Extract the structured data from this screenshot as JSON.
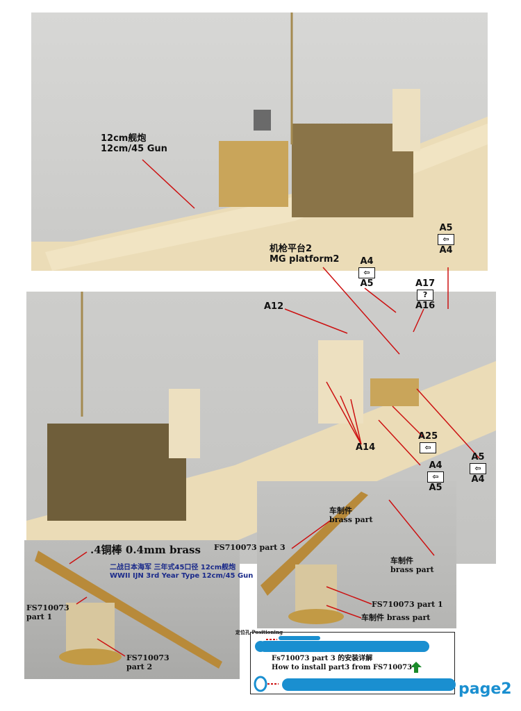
{
  "labels": {
    "gun_cn": "12cm舰炮",
    "gun_en": "12cm/45 Gun",
    "mg_cn": "机枪平台2",
    "mg_en": "MG platform2",
    "a12": "A12",
    "a14": "A14",
    "brass_rod": ".4铜棒 0.4mm brass",
    "title_cn": "二战日本海军 三年式45口径 12cm舰炮",
    "title_en": "WWII IJN 3rd Year Type 12cm/45 Gun",
    "fs_part1_left": "FS710073\npart 1",
    "fs_part2_left": "FS710073\npart 2",
    "brass_part_cn1": "车制件",
    "brass_part_en1": "brass part",
    "brass_part_cn2": "车制件",
    "brass_part_en2": "brass part",
    "fs_part3": "FS710073 part 3",
    "fs_part1_right": "FS710073 part 1",
    "brass_part3": "车制件 brass part"
  },
  "parts": [
    {
      "top": "A5",
      "icon": "arrow-icon",
      "bottom": "A4"
    },
    {
      "top": "A4",
      "icon": "arrow-icon",
      "bottom": "A5"
    },
    {
      "top": "A17",
      "icon": "?",
      "bottom": "A16"
    },
    {
      "top": "A25",
      "icon": "arrow-icon",
      "bottom": ""
    },
    {
      "top": "A4",
      "icon": "arrow-icon",
      "bottom": "A5"
    },
    {
      "top": "A5",
      "icon": "arrow-icon",
      "bottom": "A4"
    }
  ],
  "diagram": {
    "positioning": "定位孔 Positioning",
    "line1": "Fs710073 part 3 的安装详解",
    "line2": "How to install part3 from FS710073"
  },
  "page_label": "page2",
  "colors": {
    "diagram_blue": "#1a8fd0",
    "arrow_green": "#1a8a2a",
    "leader_red": "#cc1111"
  }
}
